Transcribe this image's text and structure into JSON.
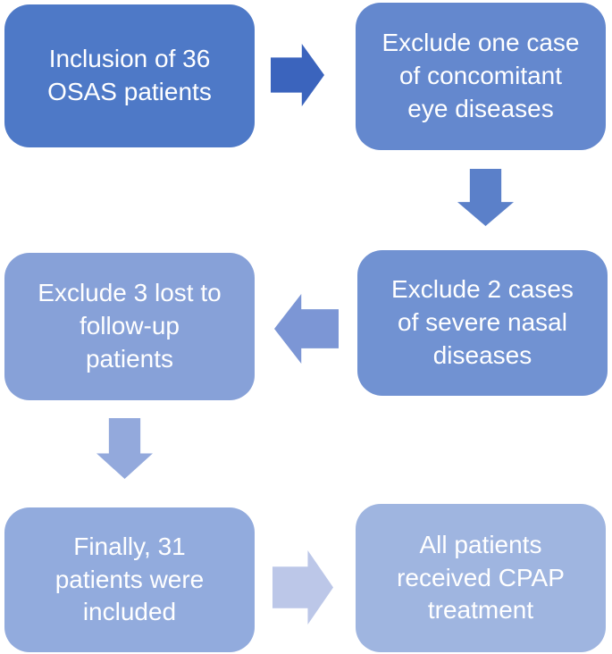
{
  "diagram": {
    "background": "#ffffff",
    "text_color": "#ffffff",
    "boxes": [
      {
        "name": "inclusion",
        "text": "Inclusion of 36\nOSAS patients",
        "color": "#4E79C7"
      },
      {
        "name": "exclude-eye",
        "text": "Exclude one case\nof concomitant\neye diseases",
        "color": "#6488CE"
      },
      {
        "name": "exclude-nasal",
        "text": "Exclude 2 cases\nof severe nasal\ndiseases",
        "color": "#7192D2"
      },
      {
        "name": "exclude-followup",
        "text": "Exclude 3 lost to\nfollow-up\npatients",
        "color": "#87A1D8"
      },
      {
        "name": "final-included",
        "text": "Finally, 31\npatients were\nincluded",
        "color": "#92ABDD"
      },
      {
        "name": "cpap-treatment",
        "text": "All patients\nreceived CPAP\ntreatment",
        "color": "#9FB5E0"
      }
    ],
    "arrows": [
      {
        "direction": "right",
        "color": "#3B64BD"
      },
      {
        "direction": "down",
        "color": "#5B80C9"
      },
      {
        "direction": "left",
        "color": "#7C96D5"
      },
      {
        "direction": "down",
        "color": "#93A9DC"
      },
      {
        "direction": "right",
        "color": "#BCC7E8"
      }
    ]
  }
}
